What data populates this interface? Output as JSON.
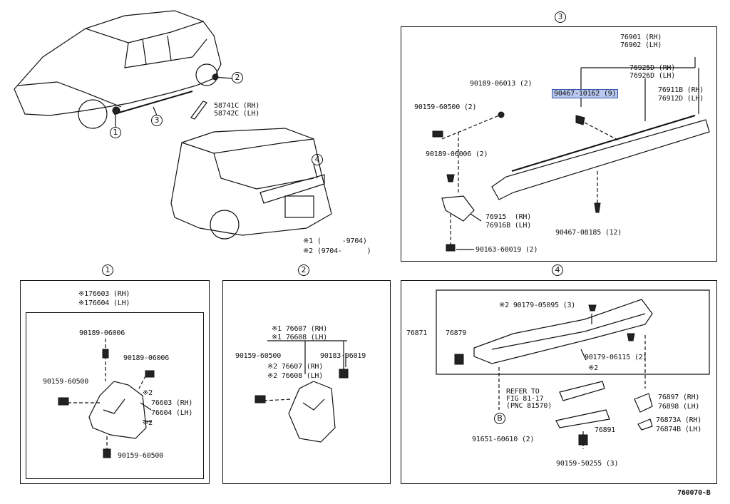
{
  "markers": {
    "m1": "1",
    "m2": "2",
    "m3": "3",
    "m4": "4",
    "mB": "B"
  },
  "overview": {
    "p58741": "58741C (RH)",
    "p58742": "58742C (LH)",
    "note1": "※1 (     -9704)",
    "note2": "※2 (9704-      )"
  },
  "panel3": {
    "p76901": "76901 (RH)",
    "p76902": "76902 (LH)",
    "p76925": "76925D (RH)",
    "p76926": "76926D (LH)",
    "p76911": "76911B (RH)",
    "p76912": "76912D (LH)",
    "p90467_10162": "90467-10162 (9)",
    "p90189_06013": "90189-06013 (2)",
    "p90159_60500": "90159-60500 (2)",
    "p90189_06006": "90189-06006 (2)",
    "p76915": "76915  (RH)",
    "p76916": "76916B (LH)",
    "p90163": "90163-60019 (2)",
    "p90467_08185": "90467-08185 (12)"
  },
  "panel1": {
    "p176603": "※176603 (RH)",
    "p176604": "※176604 (LH)",
    "p90189a": "90189-06006",
    "p90189b": "90189-06006",
    "p90159a": "90159-60500",
    "s2a": "※2",
    "p76603": "76603 (RH)",
    "p76604": "76604 (LH)",
    "s2b": "※2",
    "p90159b": "90159-60500"
  },
  "panel2": {
    "p176607": "※1 76607 (RH)",
    "p176608": "※1 76608 (LH)",
    "p90159": "90159-60500",
    "p90183": "90183-06019",
    "p276607": "※2 76607 (RH)",
    "p276608": "※2 76608 (LH)"
  },
  "panel4": {
    "p90179_05095": "※2 90179-05095 (3)",
    "p76871": "76871",
    "p76879": "76879",
    "p90179_06115": "90179-06115 (2)",
    "s2": "※2",
    "refer1": "REFER TO",
    "refer2": "FIG 81-17",
    "refer3": "(PNC 81570)",
    "p76897": "76897 (RH)",
    "p76898": "76898 (LH)",
    "p76873": "76873A (RH)",
    "p76874": "76874B (LH)",
    "p76891": "76891",
    "p91651": "91651-60610 (2)",
    "p90159": "90159-50255 (3)"
  },
  "footer": {
    "code": "760070-B"
  }
}
